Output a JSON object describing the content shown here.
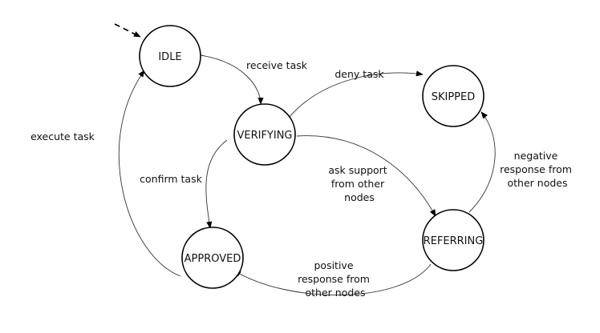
{
  "states": {
    "idle": "IDLE",
    "verifying": "VERIFYING",
    "skipped": "SKIPPED",
    "approved": "APPROVED",
    "referring": "REFERRING"
  },
  "transitions": {
    "receive_task": [
      "receive task"
    ],
    "deny_task": [
      "deny task"
    ],
    "confirm_task": [
      "confirm task"
    ],
    "execute_task": [
      "execute task"
    ],
    "ask_support": [
      "ask support",
      "from other",
      "nodes"
    ],
    "negative_response": [
      "negative",
      "response from",
      "other nodes"
    ],
    "positive_response": [
      "positive",
      "response from",
      "other nodes"
    ]
  }
}
